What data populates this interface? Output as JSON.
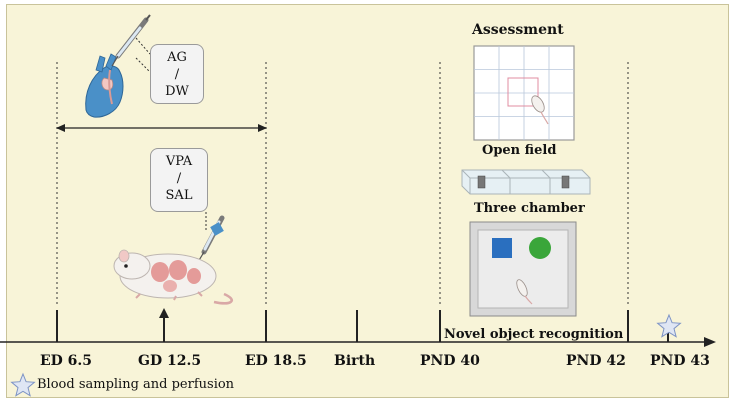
{
  "callouts": {
    "agdw": [
      "AG",
      "/",
      "DW"
    ],
    "vpasal": [
      "VPA",
      "/",
      "SAL"
    ]
  },
  "timeline": {
    "labels": {
      "ed65": "ED 6.5",
      "gd125": "GD 12.5",
      "ed185": "ED 18.5",
      "birth": "Birth",
      "pnd40": "PND 40",
      "pnd42": "PND 42",
      "pnd43": "PND 43"
    }
  },
  "assessment": {
    "title": "Assessment",
    "open_field": "Open field",
    "three_chamber": "Three chamber",
    "novel_object": "Novel object recognition"
  },
  "legend": {
    "text": "Blood sampling and perfusion"
  },
  "colors": {
    "background": "#f8f4d8",
    "glove": "#4a90c8",
    "novel_square": "#2a6fbf",
    "novel_circle": "#3aa63a",
    "star_fill": "#dfe6f4"
  }
}
